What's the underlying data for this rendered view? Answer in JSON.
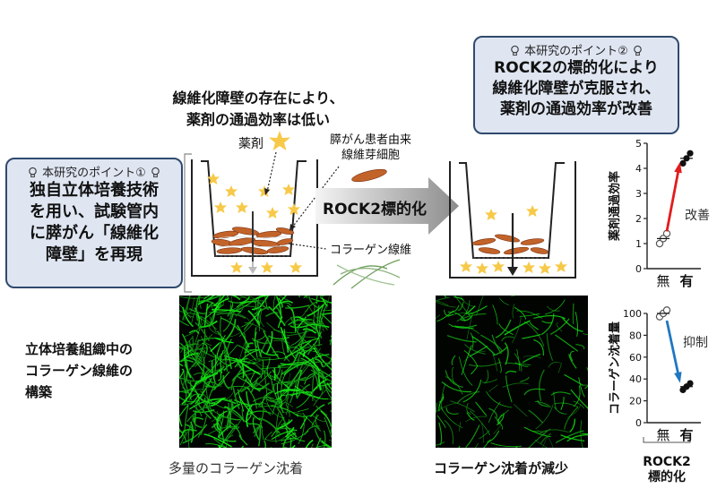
{
  "point1": {
    "header": "本研究のポイント①",
    "lines": [
      "独自立体培養技術",
      "を用い、試験管内",
      "に膵がん「線維化",
      "障壁」を再現"
    ]
  },
  "point2": {
    "header": "本研究のポイント②",
    "lines": [
      "ROCK2の標的化により",
      "線維化障壁が克服され、",
      "薬剤の通過効率が改善"
    ]
  },
  "top_caption": [
    "線維化障壁の存在により、",
    "薬剤の通過効率は低い"
  ],
  "labels": {
    "drug": "薬剤",
    "fibroblast_1": "膵がん患者由来",
    "fibroblast_2": "線維芽細胞",
    "collagen_fiber": "コラーゲン線維",
    "arrow": "ROCK2標的化"
  },
  "left_caption": [
    "立体培養組織中の",
    "コラーゲン線維の",
    "構築"
  ],
  "image_captions": {
    "left": "多量のコラーゲン沈着",
    "right": "コラーゲン沈着が減少"
  },
  "bottom_label": [
    "ROCK2",
    "標的化"
  ],
  "colors": {
    "box_fill": "#dfe6f2",
    "box_border": "#2f4a6e",
    "drug_star": "#f7c948",
    "cell": "#c2632a",
    "fiber_green": "#2fd12f",
    "improve_arrow": "#e31b1b",
    "suppress_arrow": "#1f77c2"
  },
  "chart_data": [
    {
      "type": "scatter",
      "title": "",
      "ylabel": "薬剤通過効率",
      "xlabel": "",
      "categories": [
        "無",
        "有"
      ],
      "ylim": [
        0,
        5
      ],
      "yticks": [
        0,
        1,
        2,
        3,
        4,
        5
      ],
      "annotation": "改善",
      "points": {
        "無": [
          1.0,
          1.2,
          1.4
        ],
        "有": [
          4.2,
          4.4,
          4.6
        ]
      }
    },
    {
      "type": "scatter",
      "title": "",
      "ylabel": "コラーゲン沈着量",
      "xlabel": "",
      "categories": [
        "無",
        "有"
      ],
      "ylim": [
        0,
        100
      ],
      "yticks": [
        0,
        20,
        40,
        60,
        80,
        100
      ],
      "annotation": "抑制",
      "points": {
        "無": [
          97,
          100,
          103
        ],
        "有": [
          30,
          33,
          36
        ]
      }
    }
  ]
}
